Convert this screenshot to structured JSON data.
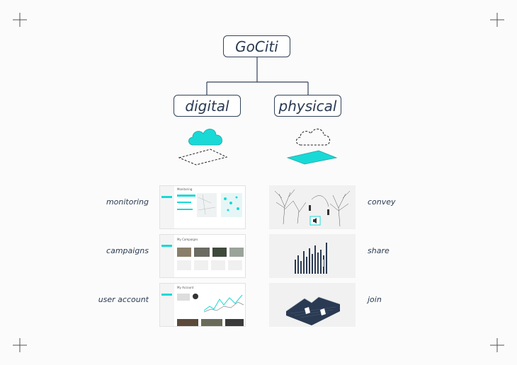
{
  "root": {
    "label": "GoCiti"
  },
  "branches": [
    {
      "label": "digital"
    },
    {
      "label": "physical"
    }
  ],
  "digital_items": [
    {
      "label": "monitoring",
      "screen_title": "Monitoring"
    },
    {
      "label": "campaigns",
      "screen_title": "My Campaigns"
    },
    {
      "label": "user account",
      "screen_title": "My Account"
    }
  ],
  "physical_items": [
    {
      "label": "convey"
    },
    {
      "label": "share"
    },
    {
      "label": "join"
    }
  ],
  "colors": {
    "accent": "#19d9d6",
    "ink": "#2a3a52",
    "line": "#33435a"
  }
}
